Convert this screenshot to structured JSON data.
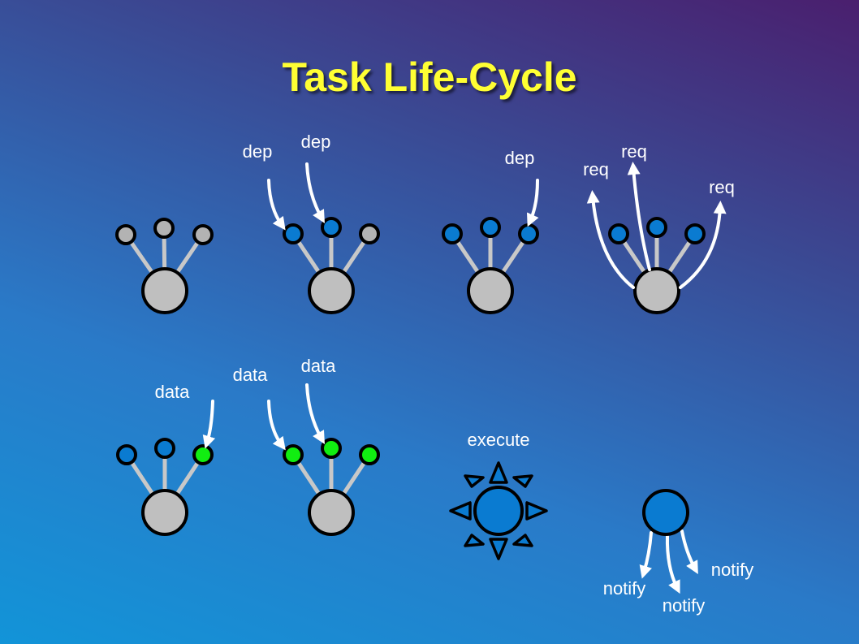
{
  "title": "Task Life-Cycle",
  "labels": {
    "dep": "dep",
    "req": "req",
    "data": "data",
    "execute": "execute",
    "notify": "notify"
  },
  "colors": {
    "title": "#ffff33",
    "task_node": "#bfbfbf",
    "pending_input": "#b3b3b3",
    "dependency_resolved": "#0a7bd1",
    "data_ready": "#11ee11",
    "executing": "#0a7bd1",
    "arrow": "#ffffff"
  }
}
